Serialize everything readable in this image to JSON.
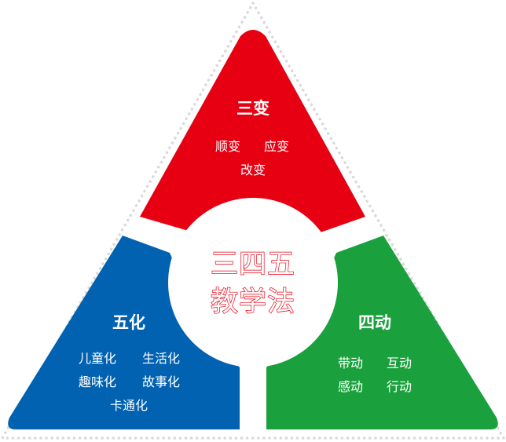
{
  "colors": {
    "top_section": "#e60012",
    "left_section": "#0062b1",
    "right_section": "#1aa13d",
    "outline": "#d9d9d9",
    "center_text_outline": "#e60012"
  },
  "top": {
    "title": "三变",
    "items": [
      "顺变",
      "应变",
      "改变"
    ]
  },
  "left": {
    "title": "五化",
    "items": [
      "儿童化",
      "生活化",
      "趣味化",
      "故事化",
      "卡通化"
    ]
  },
  "right": {
    "title": "四动",
    "items": [
      "带动",
      "互动",
      "感动",
      "行动"
    ]
  },
  "center": {
    "line1": "三四五",
    "line2": "教学法"
  }
}
